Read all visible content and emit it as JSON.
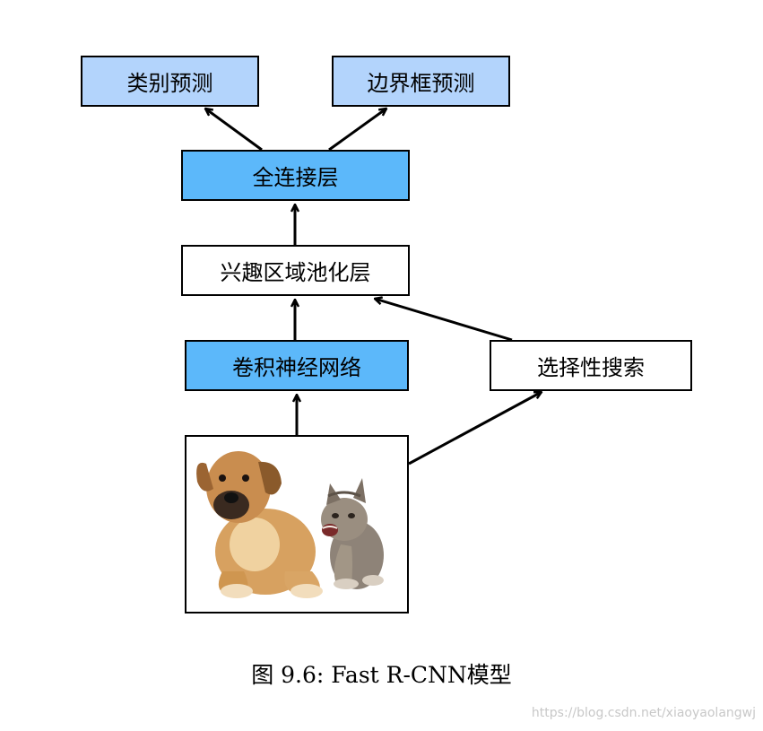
{
  "boxes": {
    "class_prediction": "类别预测",
    "bbox_prediction": "边界框预测",
    "fully_connected": "全连接层",
    "roi_pooling": "兴趣区域池化层",
    "cnn": "卷积神经网络",
    "selective_search": "选择性搜索"
  },
  "input_image": {
    "subjects": [
      "puppy",
      "kitten"
    ]
  },
  "caption": "图 9.6: Fast R-CNN模型",
  "watermark": "https://blog.csdn.net/xiaoyaolangwj",
  "colors": {
    "prediction_fill": "#b3d4fc",
    "layer_fill": "#5cb8fa",
    "plain_fill": "#ffffff",
    "stroke": "#000000"
  }
}
